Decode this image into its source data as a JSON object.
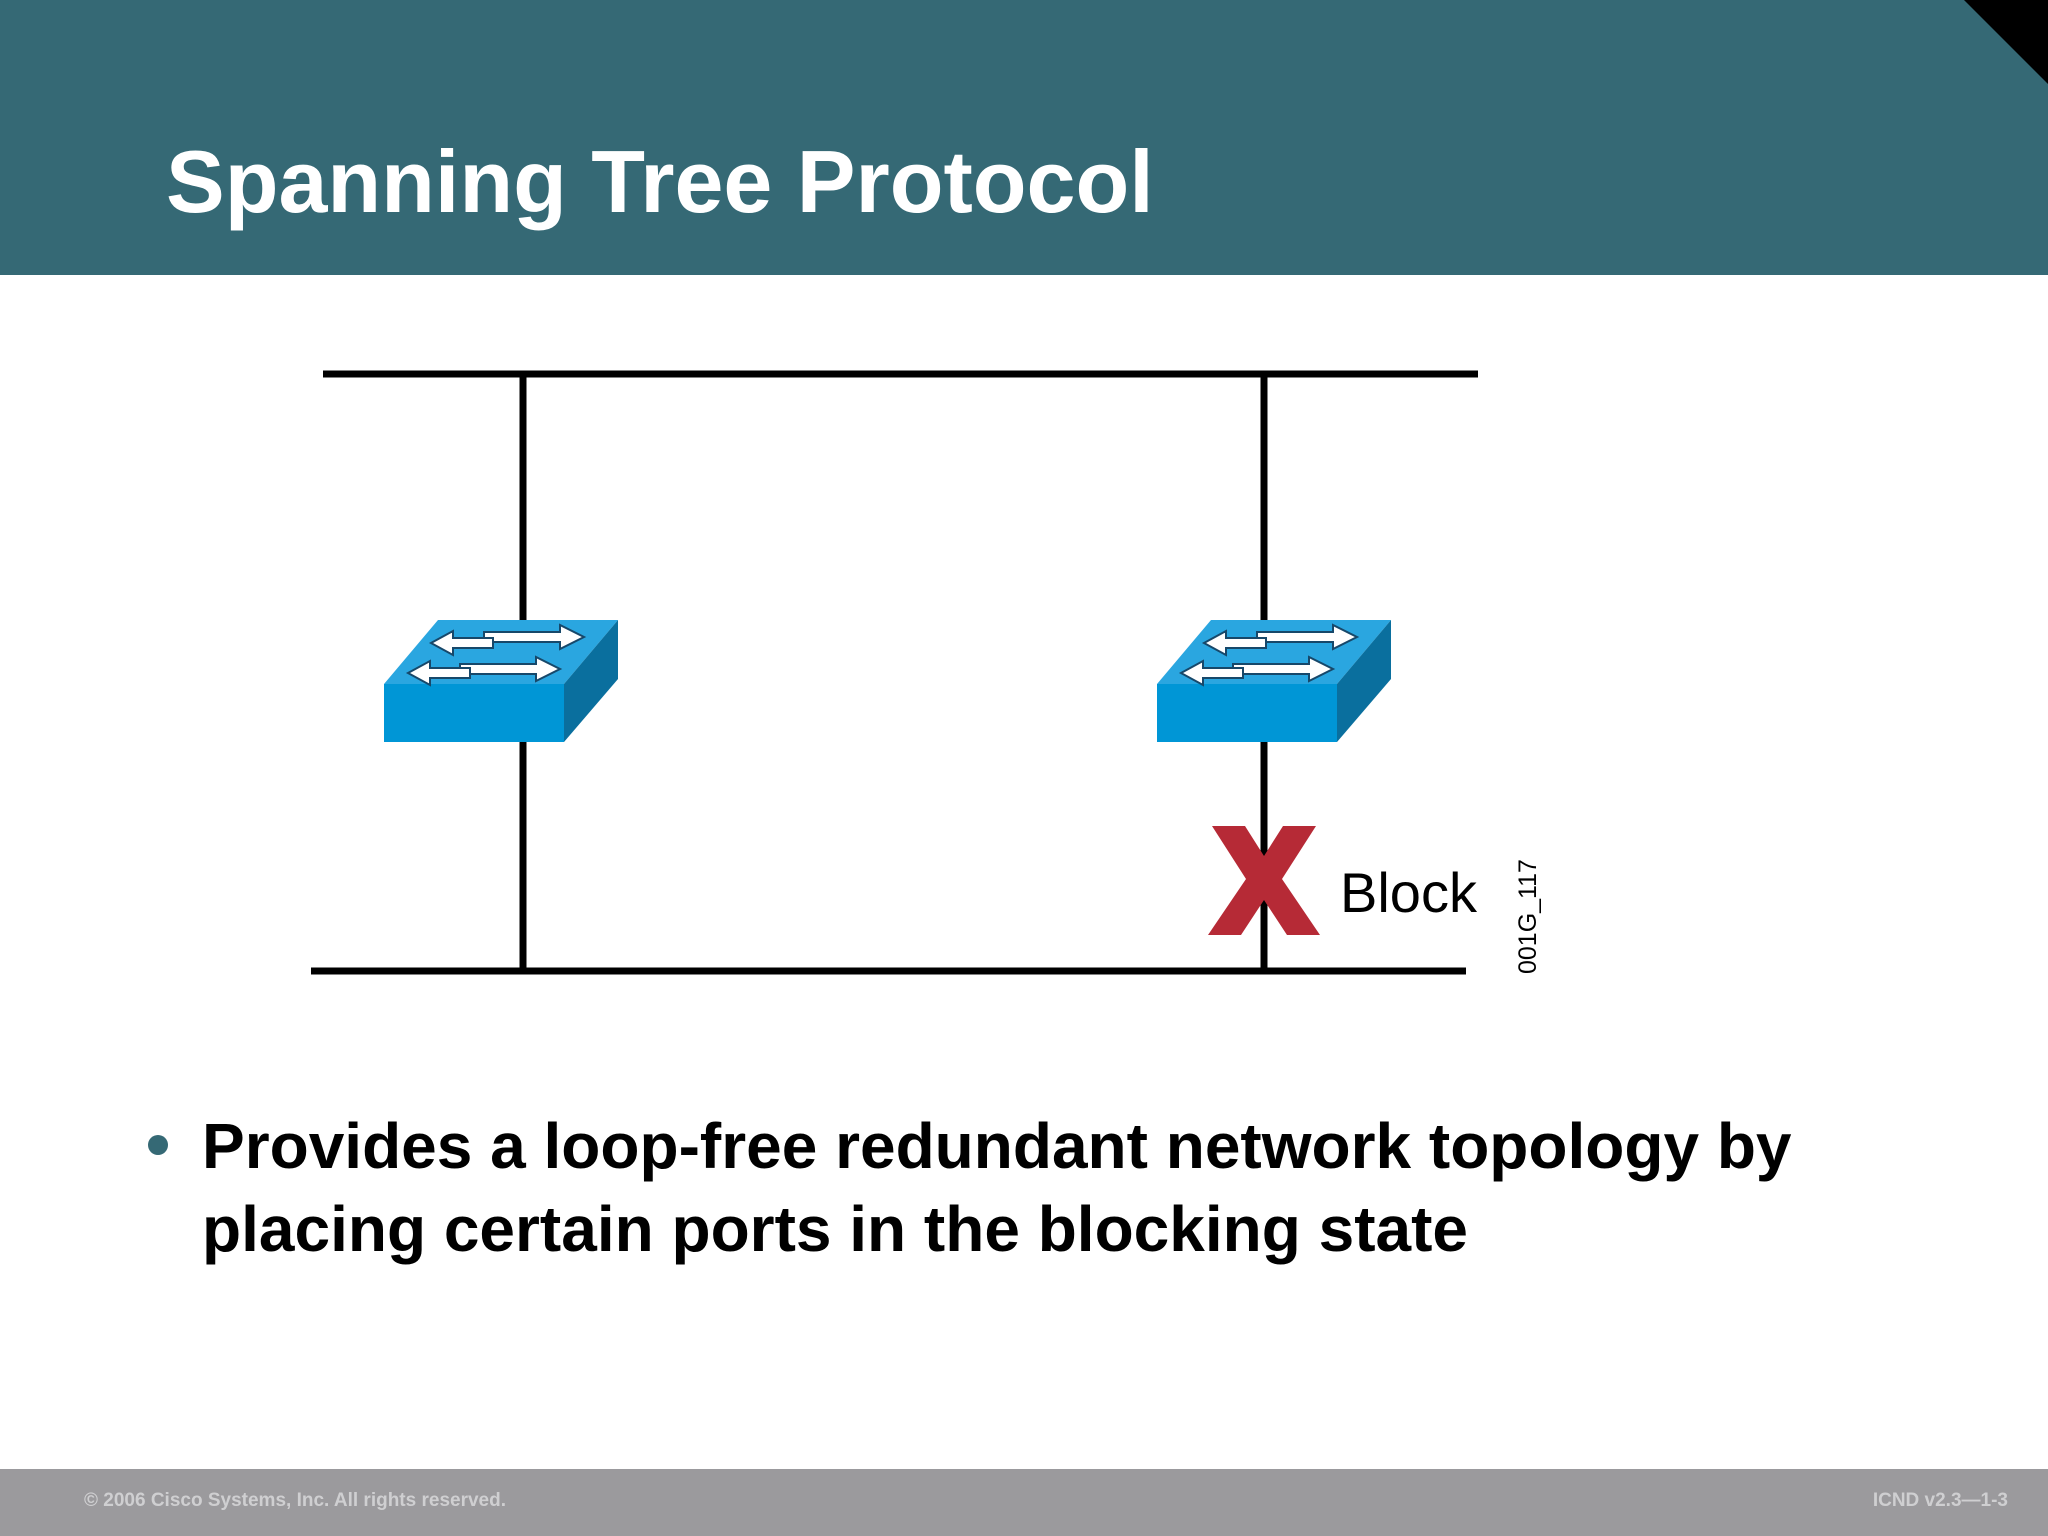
{
  "slide": {
    "title": "Spanning Tree Protocol",
    "bullet_text": "Provides a loop-free redundant network topology by placing certain ports in the blocking state",
    "footer_left": "© 2006 Cisco Systems, Inc. All rights reserved.",
    "footer_right": "ICND v2.3—1-3"
  },
  "diagram": {
    "block_label": "Block",
    "figure_id": "001G_117",
    "colors": {
      "header": "#356975",
      "switch_top": "#2aa6e0",
      "switch_front": "#0096d6",
      "switch_side": "#0a6f9e",
      "block_x": "#b62a36",
      "segment": "#000000"
    },
    "icons": [
      "switch-icon",
      "switch-icon",
      "block-x-icon"
    ]
  }
}
